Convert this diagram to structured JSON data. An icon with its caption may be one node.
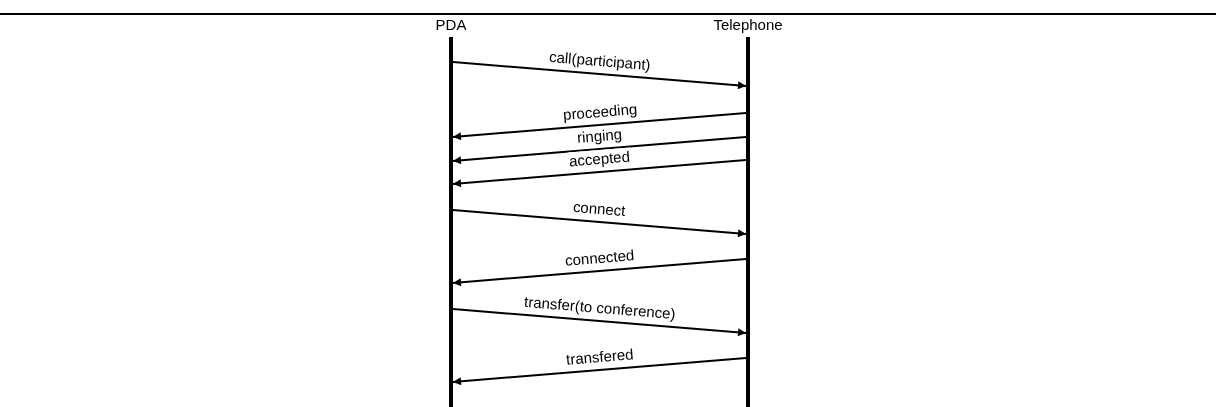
{
  "diagram": {
    "nodes": [
      {
        "text": [
          "PDA"
        ]
      },
      {
        "text": [
          "Telephone"
        ]
      }
    ],
    "edges": [
      {
        "from": 0,
        "to": 1,
        "arrow": "to",
        "label": "call(participant)"
      },
      {
        "from": 1,
        "to": 0,
        "arrow": "to",
        "label": "proceeding"
      },
      {
        "from": 1,
        "to": 0,
        "arrow": "to",
        "label": "ringing"
      },
      {
        "from": 1,
        "to": 0,
        "arrow": "to",
        "label": "accepted"
      },
      {
        "from": 0,
        "to": 1,
        "arrow": "to",
        "label": "connect"
      },
      {
        "from": 1,
        "to": 0,
        "arrow": "to",
        "label": "connected"
      },
      {
        "from": 0,
        "to": 1,
        "arrow": "to",
        "label": "transfer(to conference)"
      },
      {
        "from": 1,
        "to": 0,
        "arrow": "to",
        "label": "transfered"
      }
    ]
  }
}
